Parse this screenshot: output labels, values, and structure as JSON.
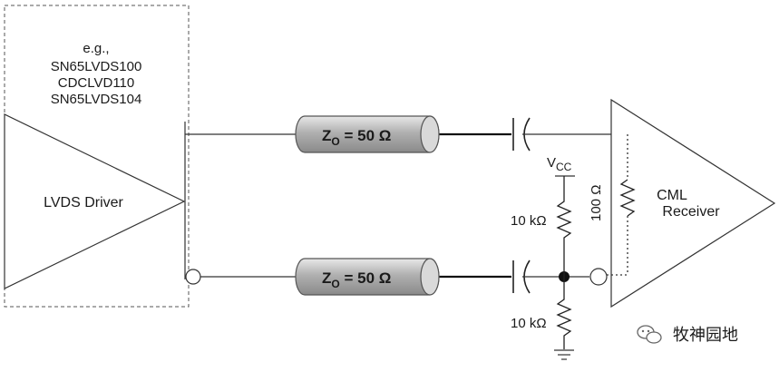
{
  "driver": {
    "example_lines": [
      "e.g.,",
      "SN65LVDS100",
      "CDCLVD110",
      "SN65LVDS104"
    ],
    "label": "LVDS Driver"
  },
  "lines": {
    "top_z_main": "Z",
    "top_z_sub": "O",
    "top_z_value": " = 50 Ω",
    "bottom_z_main": "Z",
    "bottom_z_sub": "O",
    "bottom_z_value": " = 50 Ω"
  },
  "bias": {
    "vcc_main": "V",
    "vcc_sub": "CC",
    "r_top": "10 kΩ",
    "r_bottom": "10 kΩ",
    "r_term": "100 Ω"
  },
  "receiver": {
    "label_line1": "CML",
    "label_line2": "Receiver"
  },
  "watermark": {
    "text": "牧神园地"
  },
  "colors": {
    "cable_fill": "#b9b9b9",
    "cable_stroke": "#555555",
    "line": "#333333"
  }
}
